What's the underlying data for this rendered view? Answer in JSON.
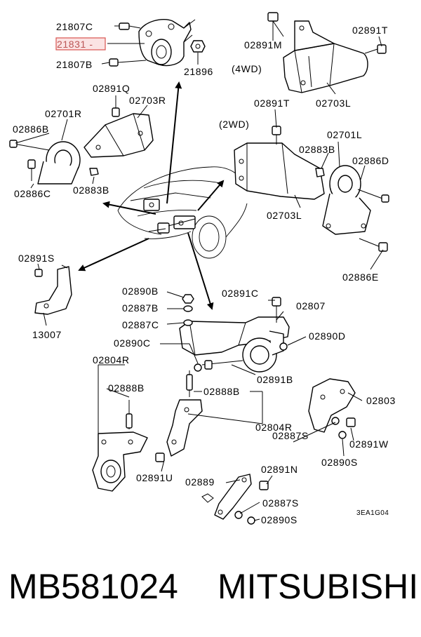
{
  "labels": {
    "p21807C": "21807C",
    "p21831": "21831 -",
    "p21807B": "21807B",
    "p21896": "21896",
    "p02891M": "02891M",
    "drive4wd": "(4WD)",
    "p02891T_top": "02891T",
    "p02703L_top": "02703L",
    "p02891Q": "02891Q",
    "p02703R": "02703R",
    "p02701R": "02701R",
    "p02886B": "02886B",
    "p02886C": "02886C",
    "p02883B_left": "02883B",
    "p02891T_mid": "02891T",
    "drive2wd": "(2WD)",
    "p02701L": "02701L",
    "p02883B_right": "02883B",
    "p02886D": "02886D",
    "p02703L_mid": "02703L",
    "p02886E": "02886E",
    "p02891S": "02891S",
    "p13007": "13007",
    "p02890B": "02890B",
    "p02887B": "02887B",
    "p02887C": "02887C",
    "p02891C": "02891C",
    "p02807": "02807",
    "p02890D": "02890D",
    "p02890C": "02890C",
    "p02891B": "02891B",
    "p02804R_top": "02804R",
    "p02888B_left": "02888B",
    "p02888B_right": "02888B",
    "p02803": "02803",
    "p02804R_right": "02804R",
    "p02887S_right": "02887S",
    "p02891W": "02891W",
    "p02890S_right": "02890S",
    "p02891U": "02891U",
    "p02891N": "02891N",
    "p02889": "02889",
    "p02887S_bottom": "02887S",
    "p02890S_bottom": "02890S",
    "figure_code": "3EA1G04"
  },
  "footer": {
    "part_number": "MB581024",
    "brand": "MITSUBISHI"
  },
  "colors": {
    "line": "#000000",
    "highlight_fill": "#fbe3e3",
    "highlight_border": "#d9534f"
  }
}
